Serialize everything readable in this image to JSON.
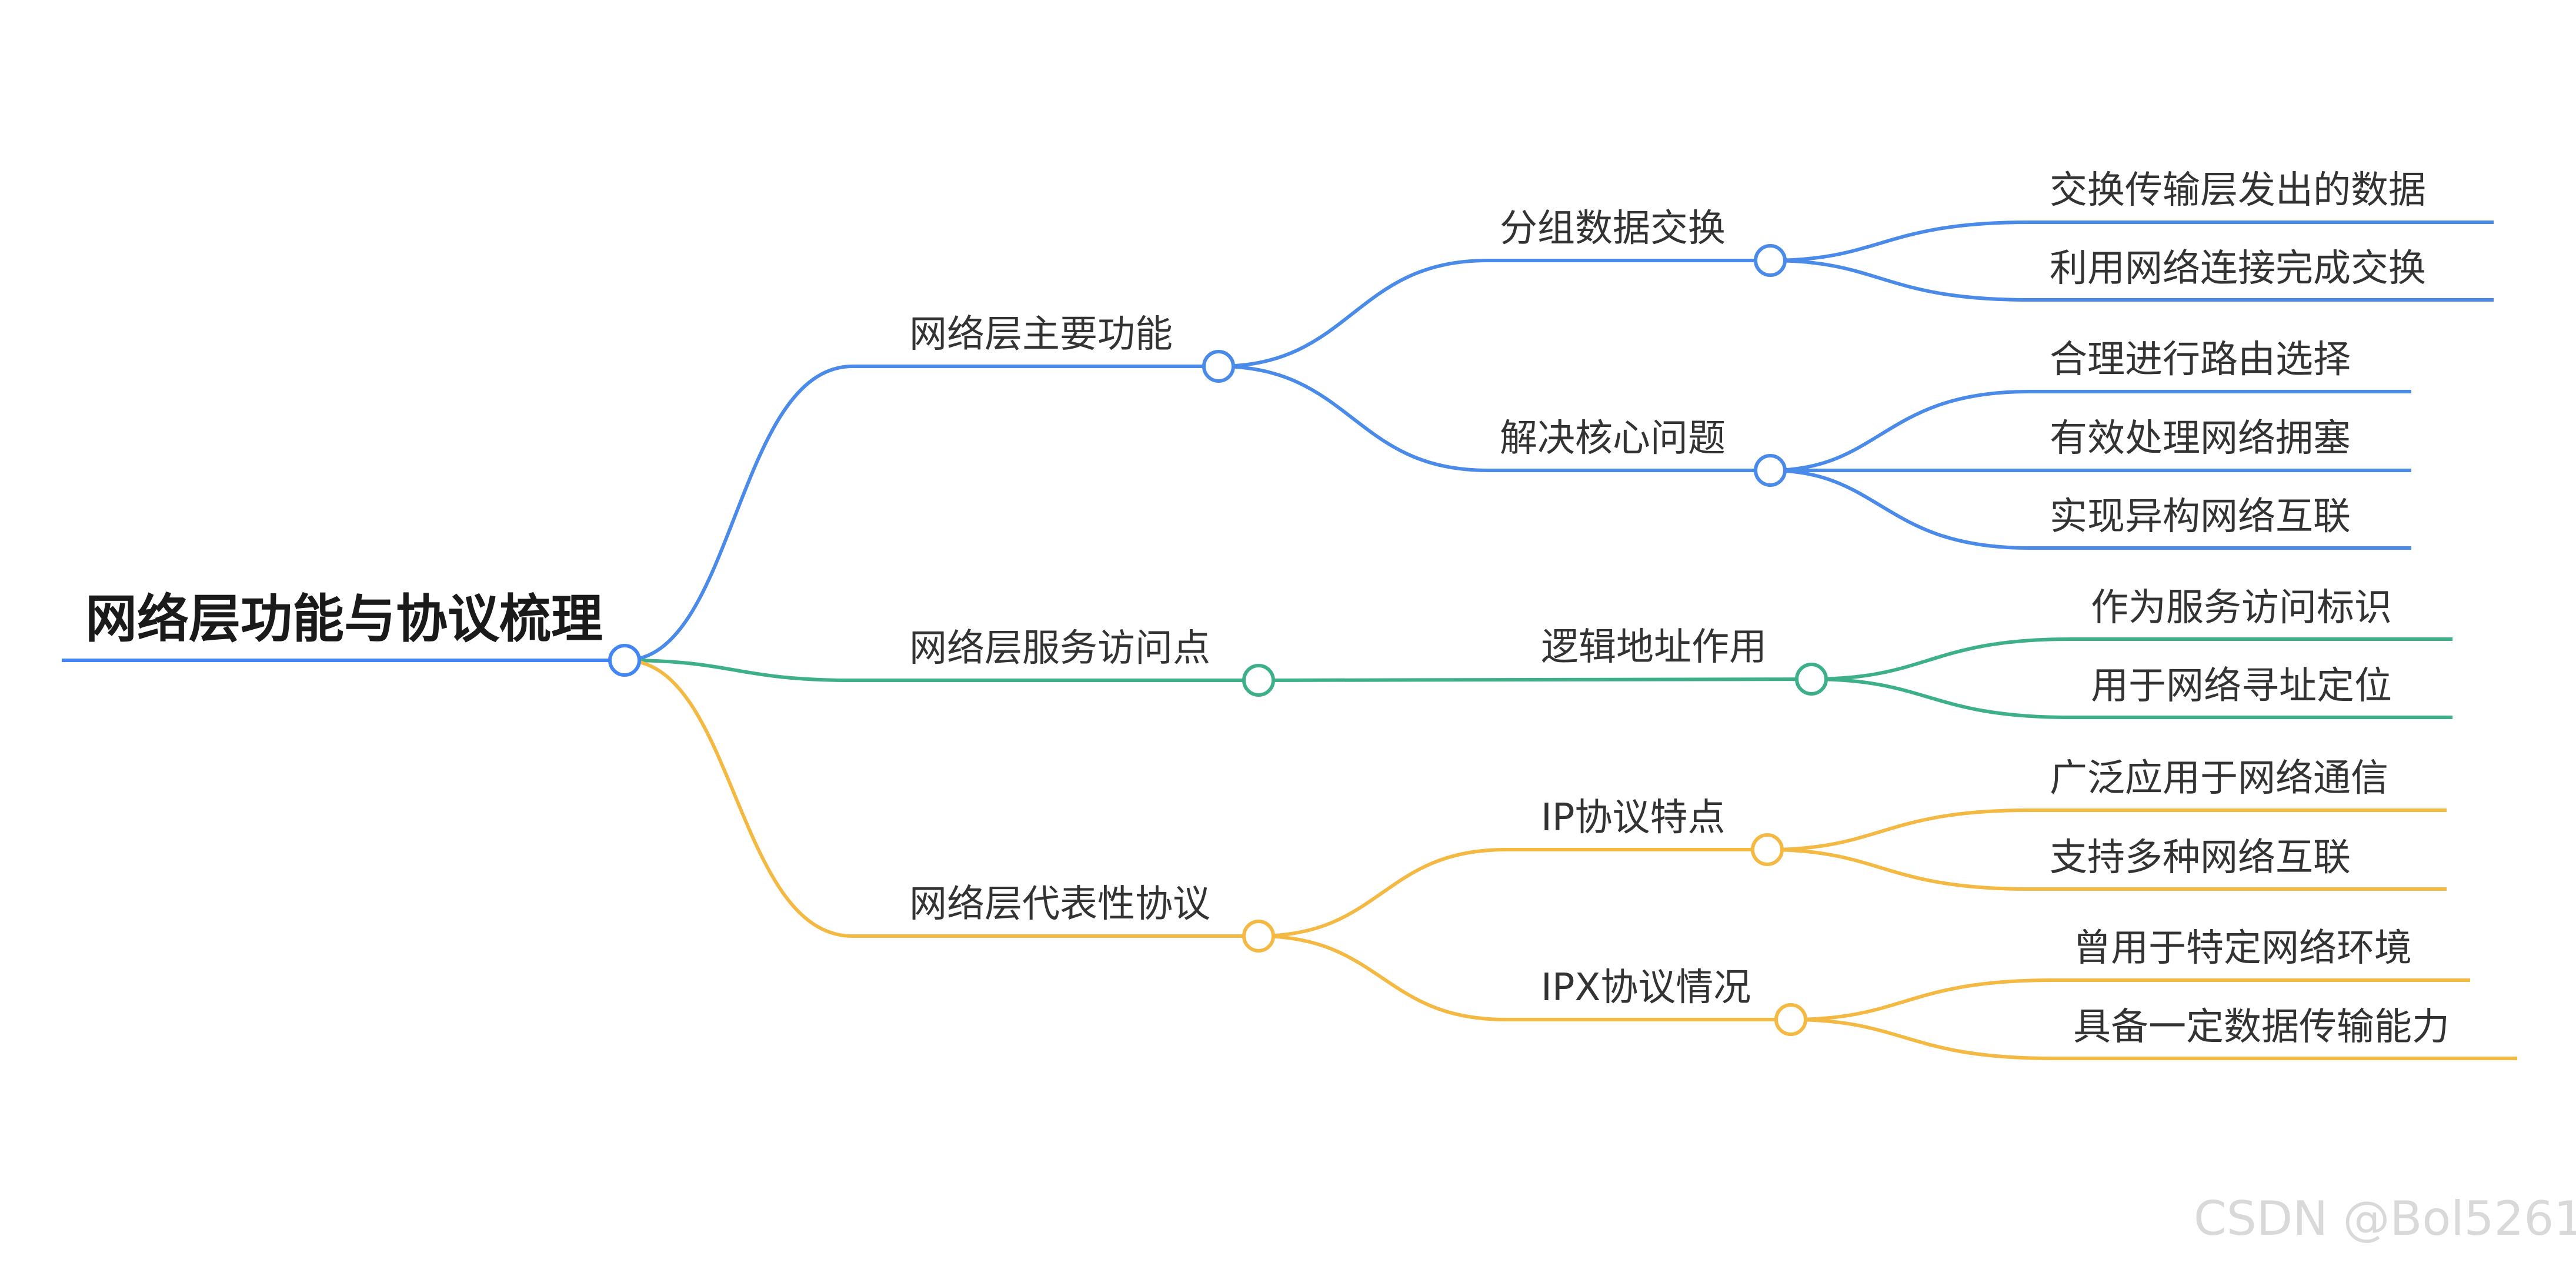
{
  "root": {
    "label": "网络层功能与协议梳理",
    "color": "#4285f4"
  },
  "branches": [
    {
      "label": "网络层主要功能",
      "color": "#4a8ae8",
      "children": [
        {
          "label": "分组数据交换",
          "children": [
            "交换传输层发出的数据",
            "利用网络连接完成交换"
          ]
        },
        {
          "label": "解决核心问题",
          "children": [
            "合理进行路由选择",
            "有效处理网络拥塞",
            "实现异构网络互联"
          ]
        }
      ]
    },
    {
      "label": "网络层服务访问点",
      "color": "#3db08a",
      "children": [
        {
          "label": "逻辑地址作用",
          "children": [
            "作为服务访问标识",
            "用于网络寻址定位"
          ]
        }
      ]
    },
    {
      "label": "网络层代表性协议",
      "color": "#f4b942",
      "children": [
        {
          "label": "IP协议特点",
          "children": [
            "广泛应用于网络通信",
            "支持多种网络互联"
          ]
        },
        {
          "label": "IPX协议情况",
          "children": [
            "曾用于特定网络环境",
            "具备一定数据传输能力"
          ]
        }
      ]
    }
  ],
  "watermark": "CSDN @Bol5261"
}
